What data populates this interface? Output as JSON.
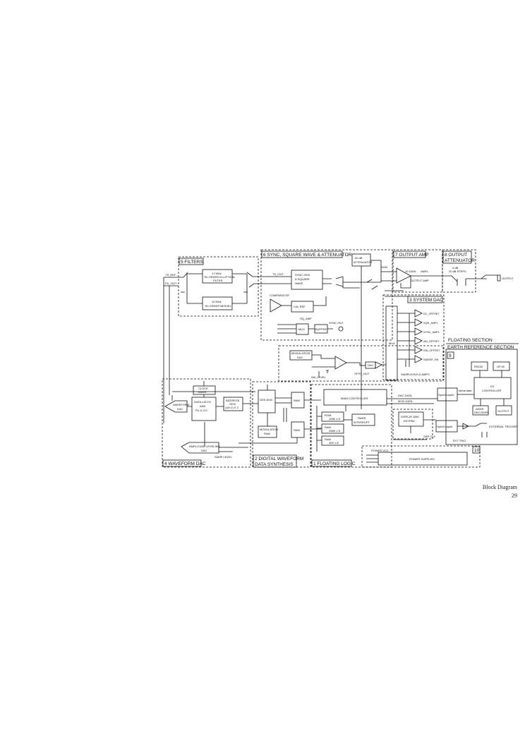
{
  "sections": {
    "filters": "5 FILTERS",
    "sync": "6 SYNC, SQUARE WAVE & ATTENUATOR",
    "output_amp": "7 OUTPUT AMP",
    "output_att_1": "8 OUTPUT",
    "output_att_2": "ATTENUATOR",
    "system_dac": "3 SYSTEM DAC",
    "floating": "FLOATING SECTION",
    "earth": "EARTH REFERENCE SECTION",
    "earth_num": "9",
    "waveform_dac": "4 WAVEFORM DAC",
    "digital_1": "2 DIGITAL WAVEFORM",
    "digital_2": "DATA SYNTHESIS",
    "floating_logic": "1 FLOATING LOGIC",
    "power_num": "10"
  },
  "blocks": {
    "filter_a_1": "17 MHz",
    "filter_a_2": "7th ORDER ELLIPTICAL",
    "filter_a_3": "FILTER",
    "filter_b_1": "10 MHz",
    "filter_b_2": "7th ORDER BESSEL",
    "sync_gen_1": "SYNC GEN",
    "sync_gen_2": "& SQUARE",
    "sync_gen_3": "WAVE",
    "comparator": "COMPARATOR",
    "cal_ref": "CAL REF",
    "mux": "MUX",
    "buffer": "BUFFER",
    "att_1": "20 dB",
    "att_2": "ATTENUATOR",
    "sum": "SUM",
    "amp": "OUTPUT AMP",
    "gain": "10 GAIN",
    "att_out_1": "0 dB",
    "att_out_2": "20 dB STEPS",
    "output": "OUTPUT",
    "sys_mux": "MUX",
    "mod_dac_1": "MODULATION",
    "mod_dac_2": "DAC",
    "dac": "DAC",
    "clock_1": "CLOCK",
    "clock_2": "ADDR",
    "latch_1": "DATA LATCH",
    "latch_2": "AND",
    "latch_3": "FIL & CO.",
    "addr_1": "ADDRESS",
    "addr_2": "GEN",
    "addr_3": "(16+2) X 2",
    "wave_dac_1": "WAVEFORM",
    "wave_dac_2": "DAC",
    "amp_dac_1": "AMPLITUDE LEVELING",
    "amp_dac_2": "DAC",
    "dds": "DDS ASIC",
    "dds_mod_1": "MODULATION",
    "dds_mod_2": "RAM",
    "ram1": "RAM",
    "ram2": "RAM",
    "main_ctrl": "MAIN CONTROLLER",
    "timer_1": "TIMER",
    "timer_2": "INTERRUPT",
    "rom_1": "ROM",
    "rom_2": "128K x 8",
    "ram_a_1": "RAM",
    "ram_a_2": "256K x 8",
    "ram_b_1": "RAM",
    "ram_b_2": "32K x 8",
    "disp_1": "DISPLAY AND",
    "disp_2": "KEYPAD",
    "opto1": "OptoCoupler",
    "opto2": "OptoCoupler",
    "rs232": "RS232",
    "gpib": "GP-IB",
    "io_ctrl_1": "I/O",
    "io_ctrl_2": "CONTROLLER",
    "addr_buf_1": "ADDR",
    "addr_buf_2": "DECODER",
    "output_b": "OUTPUT",
    "ext_trig": "EXTERNAL TRIGGER",
    "psu": "POWER SUPPLIES",
    "sample_hold": "SAMPLE/HOLD AMPS"
  },
  "signals": {
    "ts_ref": "TS_REF",
    "fil_out": "FIL_OUT",
    "ts_out": "TS_OUT",
    "sync_out": "SYNC OUT",
    "sq_amp": "SQ_AMP",
    "ampl": "AMPL",
    "am_level": "AM_LEVEL",
    "ofst_out": "OFST_OUT",
    "pwr_vcc": "POWER VCC",
    "dac_data": "DAC DATA",
    "mod_data": "MOD DATA",
    "serial_data": "serial data",
    "ext_trig": "EXT TRIG",
    "ser_clk": "SER CLK",
    "samp_level": "SAMP LEVEL",
    "sys_labels": [
      "DC_OFFSET",
      "SQR_AMPL",
      "SYNC_AMPL",
      "AM_OFFSET",
      "SIN_OFFSET",
      "SWEEP_FM"
    ]
  },
  "footer": {
    "line1": "Block Diagram",
    "line2": "29"
  }
}
